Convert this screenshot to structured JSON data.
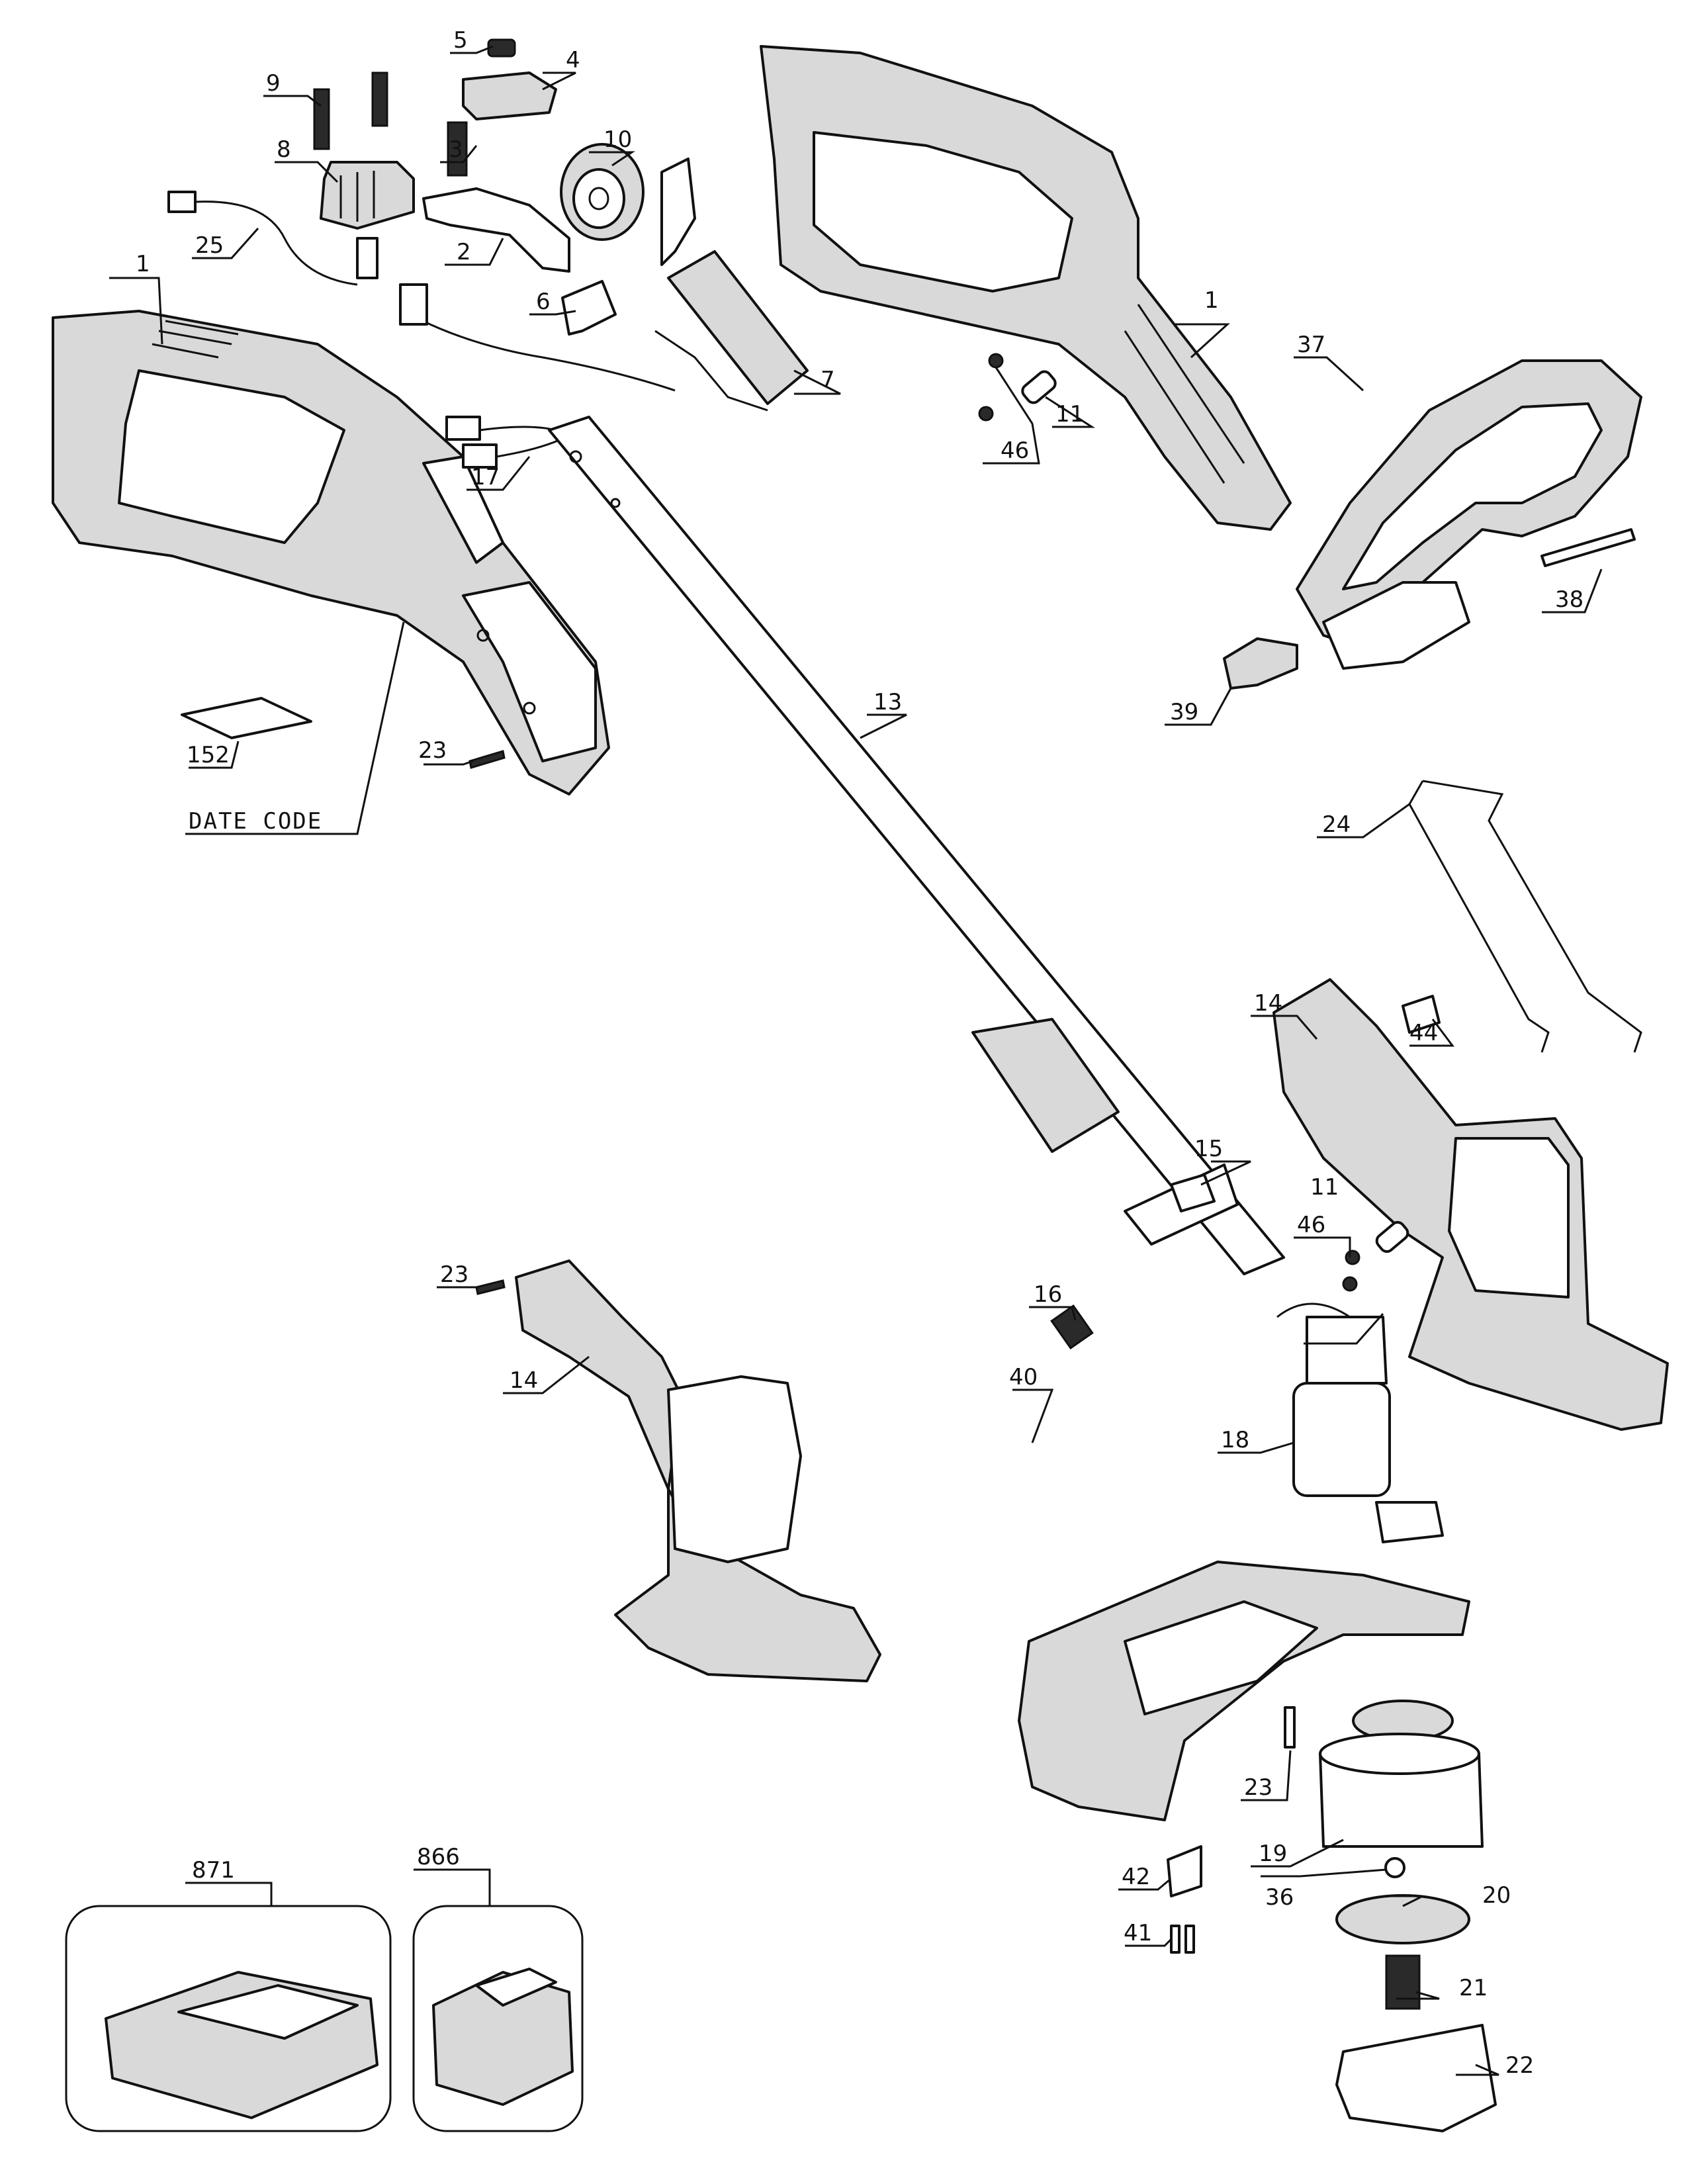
{
  "labels": {
    "p1a": "1",
    "p1b": "1",
    "p2": "2",
    "p3": "3",
    "p4": "4",
    "p5": "5",
    "p6": "6",
    "p7": "7",
    "p8": "8",
    "p9": "9",
    "p10": "10",
    "p11a": "11",
    "p11b": "11",
    "p13": "13",
    "p14a": "14",
    "p14b": "14",
    "p15": "15",
    "p16": "16",
    "p17": "17",
    "p18": "18",
    "p19": "19",
    "p20": "20",
    "p21": "21",
    "p22": "22",
    "p23a": "23",
    "p23b": "23",
    "p23c": "23",
    "p24": "24",
    "p25": "25",
    "p36": "36",
    "p37": "37",
    "p38": "38",
    "p39": "39",
    "p40": "40",
    "p41": "41",
    "p42": "42",
    "p44": "44",
    "p46a": "46",
    "p46b": "46",
    "p152": "152",
    "p866": "866",
    "p871": "871",
    "date_code": "DATE CODE"
  }
}
